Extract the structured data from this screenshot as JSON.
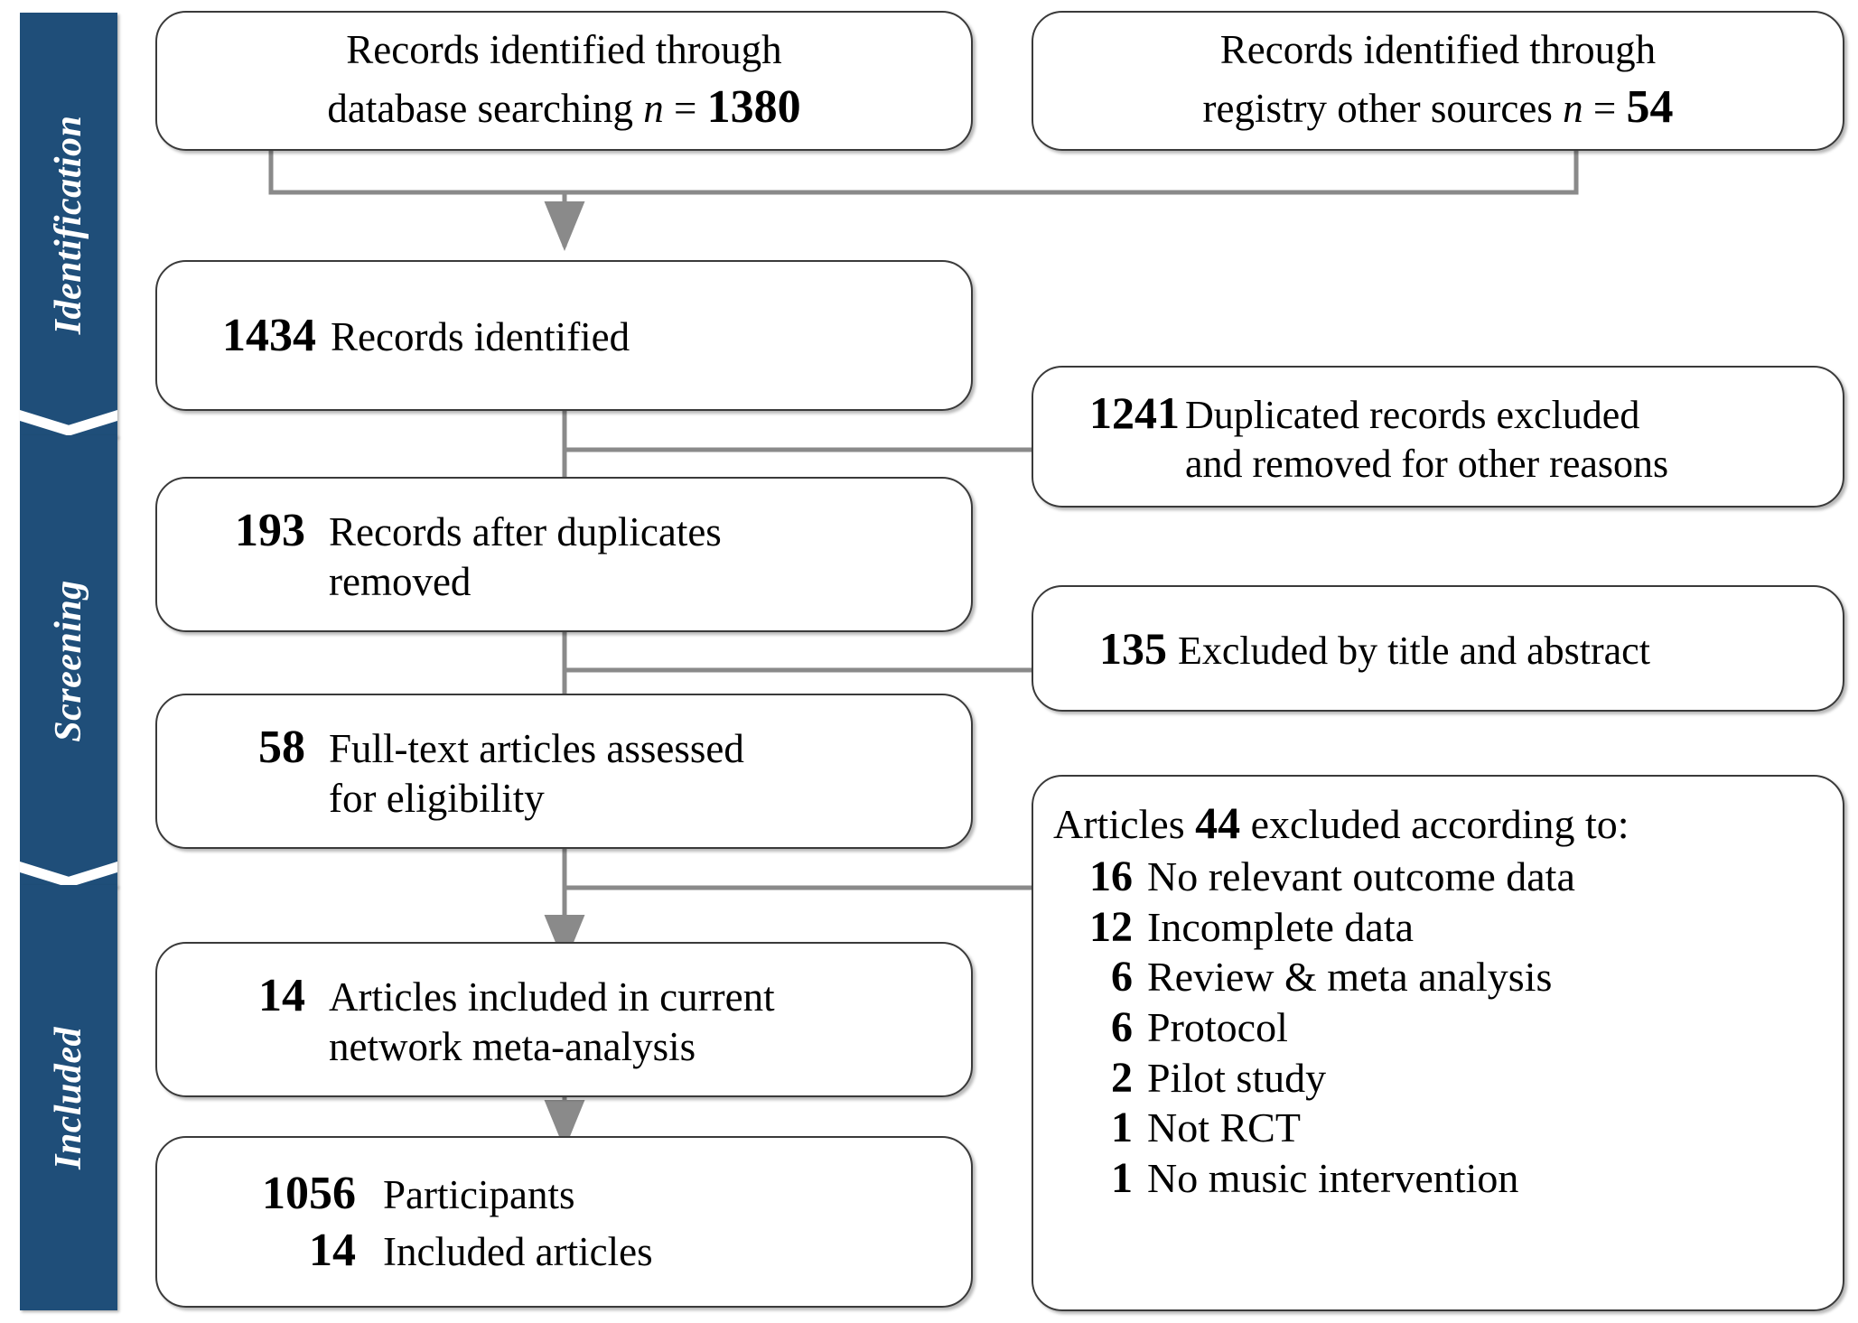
{
  "diagram": {
    "type": "prisma-flow-diagram",
    "accent_color": "#1F4E79",
    "box_border_color": "#3a3a3a",
    "connector_color": "#808080"
  },
  "stages": [
    {
      "label": "Identification"
    },
    {
      "label": "Screening"
    },
    {
      "label": "Included"
    }
  ],
  "nodes": {
    "db_search": {
      "line1": "Records identified through",
      "line2_pre": "database searching ",
      "line2_n": "n",
      "line2_eq": " = ",
      "value": "1380"
    },
    "registry": {
      "line1": "Records identified through",
      "line2_pre": "registry other sources ",
      "line2_n": "n",
      "line2_eq": " = ",
      "value": "54"
    },
    "records_identified": {
      "number": "1434",
      "text": "Records identified"
    },
    "duplicates_excluded": {
      "number": "1241",
      "text_line1": "Duplicated records excluded",
      "text_line2": "and removed for other reasons"
    },
    "after_duplicates": {
      "number": "193",
      "text_line1": "Records after duplicates",
      "text_line2": "removed"
    },
    "excluded_title_abstract": {
      "number": "135",
      "text": "Excluded by title and abstract"
    },
    "fulltext_assessed": {
      "number": "58",
      "text_line1": "Full-text articles assessed",
      "text_line2": "for eligibility"
    },
    "articles_included": {
      "number": "14",
      "text_line1": "Articles included in current",
      "text_line2": "network meta-analysis"
    },
    "final_counts": {
      "rows": [
        {
          "number": "1056",
          "text": "Participants"
        },
        {
          "number": "14",
          "text": "Included articles"
        }
      ]
    },
    "excluded_reasons": {
      "heading_pre": "Articles ",
      "heading_number": "44",
      "heading_post": " excluded according to:",
      "items": [
        {
          "number": "16",
          "text": "No relevant outcome data"
        },
        {
          "number": "12",
          "text": "Incomplete data"
        },
        {
          "number": "6",
          "text": "Review & meta analysis"
        },
        {
          "number": "6",
          "text": "Protocol"
        },
        {
          "number": "2",
          "text": "Pilot study"
        },
        {
          "number": "1",
          "text": "Not RCT"
        },
        {
          "number": "1",
          "text": "No music intervention"
        }
      ]
    }
  }
}
